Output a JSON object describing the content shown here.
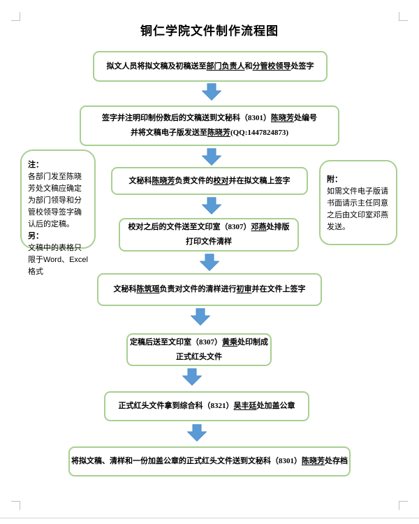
{
  "title": "铜仁学院文件制作流程图",
  "colors": {
    "box_border": "#a8cf91",
    "arrow_fill": "#5b9bd5",
    "arrow_stroke": "#4e8ecb",
    "text": "#000000",
    "margin_mark": "#bfbfbf"
  },
  "flow_boxes": [
    {
      "lines": [
        [
          {
            "text": "拟文人员将拟文稿及初稿送至"
          },
          {
            "text": "部门负责人",
            "underline": true
          },
          {
            "text": "和"
          },
          {
            "text": "分管校领导",
            "underline": true
          },
          {
            "text": "处签字"
          }
        ]
      ]
    },
    {
      "lines": [
        [
          {
            "text": "签字并注明印制份数后的文稿送到文秘科（8301）"
          },
          {
            "text": "陈晓芳",
            "underline": true
          },
          {
            "text": "处编号"
          }
        ],
        [
          {
            "text": "并将文稿电子版发送至"
          },
          {
            "text": "陈晓芳",
            "underline": true
          },
          {
            "text": "(QQ:1447824873)"
          }
        ]
      ]
    },
    {
      "lines": [
        [
          {
            "text": "文秘科"
          },
          {
            "text": "陈晓芳",
            "underline": true
          },
          {
            "text": "负责文件的"
          },
          {
            "text": "校对",
            "underline": true
          },
          {
            "text": "并在拟文稿上签字"
          }
        ]
      ]
    },
    {
      "lines": [
        [
          {
            "text": "校对之后的文件送至文印室（8307）"
          },
          {
            "text": "邓燕",
            "underline": true
          },
          {
            "text": "处排版"
          }
        ],
        [
          {
            "text": "打印文件清样"
          }
        ]
      ]
    },
    {
      "lines": [
        [
          {
            "text": "文秘科"
          },
          {
            "text": "陈筑瑶",
            "underline": true
          },
          {
            "text": "负责对文件的清样进行"
          },
          {
            "text": "初审",
            "underline": true
          },
          {
            "text": "并在文件上签字"
          }
        ]
      ]
    },
    {
      "lines": [
        [
          {
            "text": "定稿后送至文印室（8307）"
          },
          {
            "text": "黄乘",
            "underline": true
          },
          {
            "text": "处印制成"
          }
        ],
        [
          {
            "text": "正式红头文件"
          }
        ]
      ]
    },
    {
      "lines": [
        [
          {
            "text": "正式红头文件拿到综合科（8321）"
          },
          {
            "text": "吴丰廷",
            "underline": true
          },
          {
            "text": "处加盖公章"
          }
        ]
      ]
    },
    {
      "lines": [
        [
          {
            "text": "将拟文稿、清样和一份加盖公章的正式红头文件送到文秘科（8301）"
          },
          {
            "text": "陈晓芳",
            "underline": true
          },
          {
            "text": "处存档"
          }
        ]
      ]
    }
  ],
  "left_note": {
    "sections": [
      {
        "heading": "注：",
        "body": "各部门发至陈晓芳处文稿应确定为部门领导和分管校领导签字确认后的定稿。"
      },
      {
        "heading": "另：",
        "body": "文稿中的表格只限于Word、Excel 格式"
      }
    ]
  },
  "right_note": {
    "sections": [
      {
        "heading": "附：",
        "body": "如需文件电子版请书面请示主任同意之后由文印室邓燕发送。"
      }
    ]
  }
}
